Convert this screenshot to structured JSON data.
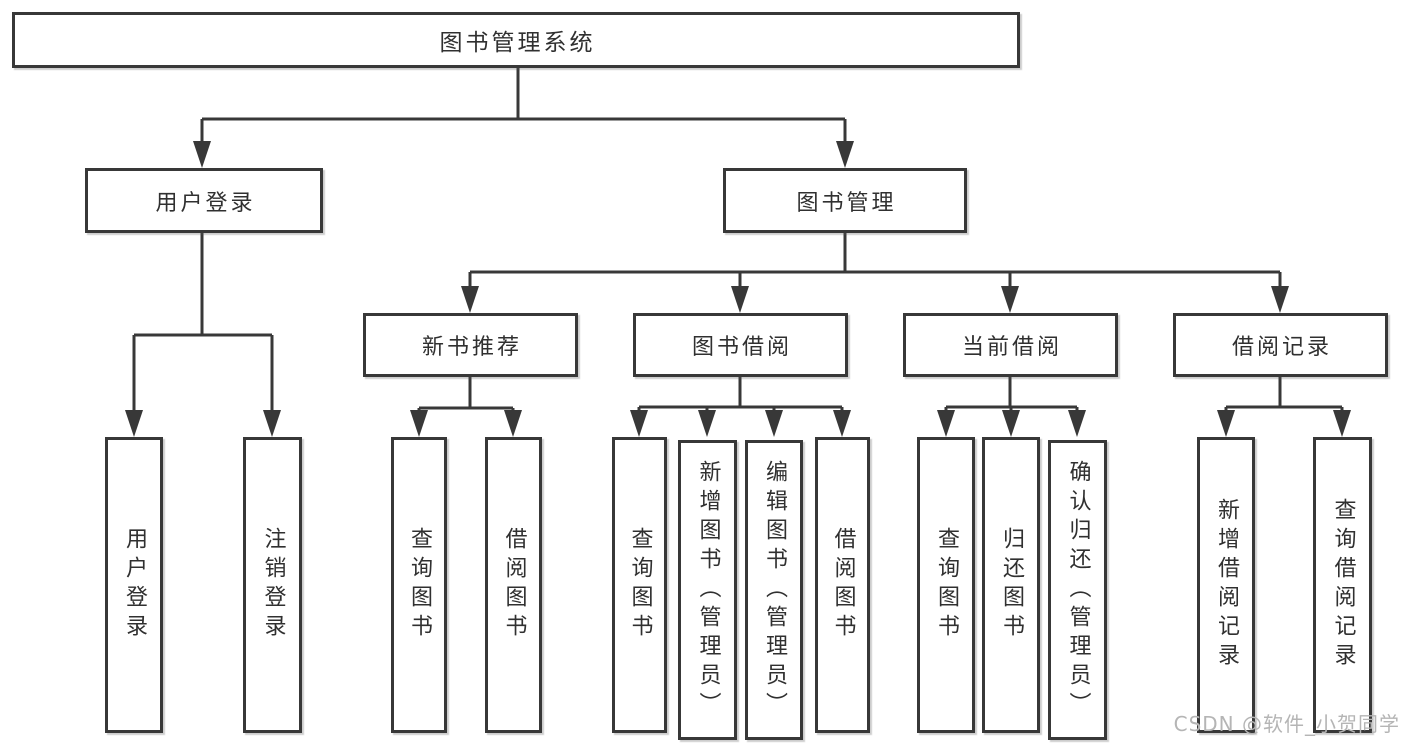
{
  "tree": {
    "root": "图书管理系统",
    "children": [
      {
        "label": "用户登录",
        "children": [
          "用户登录",
          "注销登录"
        ]
      },
      {
        "label": "图书管理",
        "children": [
          {
            "label": "新书推荐",
            "children": [
              "查询图书",
              "借阅图书"
            ]
          },
          {
            "label": "图书借阅",
            "children": [
              "查询图书",
              "新增图书（管理员）",
              "编辑图书（管理员）",
              "借阅图书"
            ]
          },
          {
            "label": "当前借阅",
            "children": [
              "查询图书",
              "归还图书",
              "确认归还（管理员）"
            ]
          },
          {
            "label": "借阅记录",
            "children": [
              "新增借阅记录",
              "查询借阅记录"
            ]
          }
        ]
      }
    ]
  },
  "watermark": {
    "text": "CSDN @软件_小贺同学"
  },
  "colors": {
    "line": "#383838",
    "box_border": "#383838",
    "text": "#303030",
    "watermark": "#b5b5b5",
    "background": "#ffffff"
  }
}
